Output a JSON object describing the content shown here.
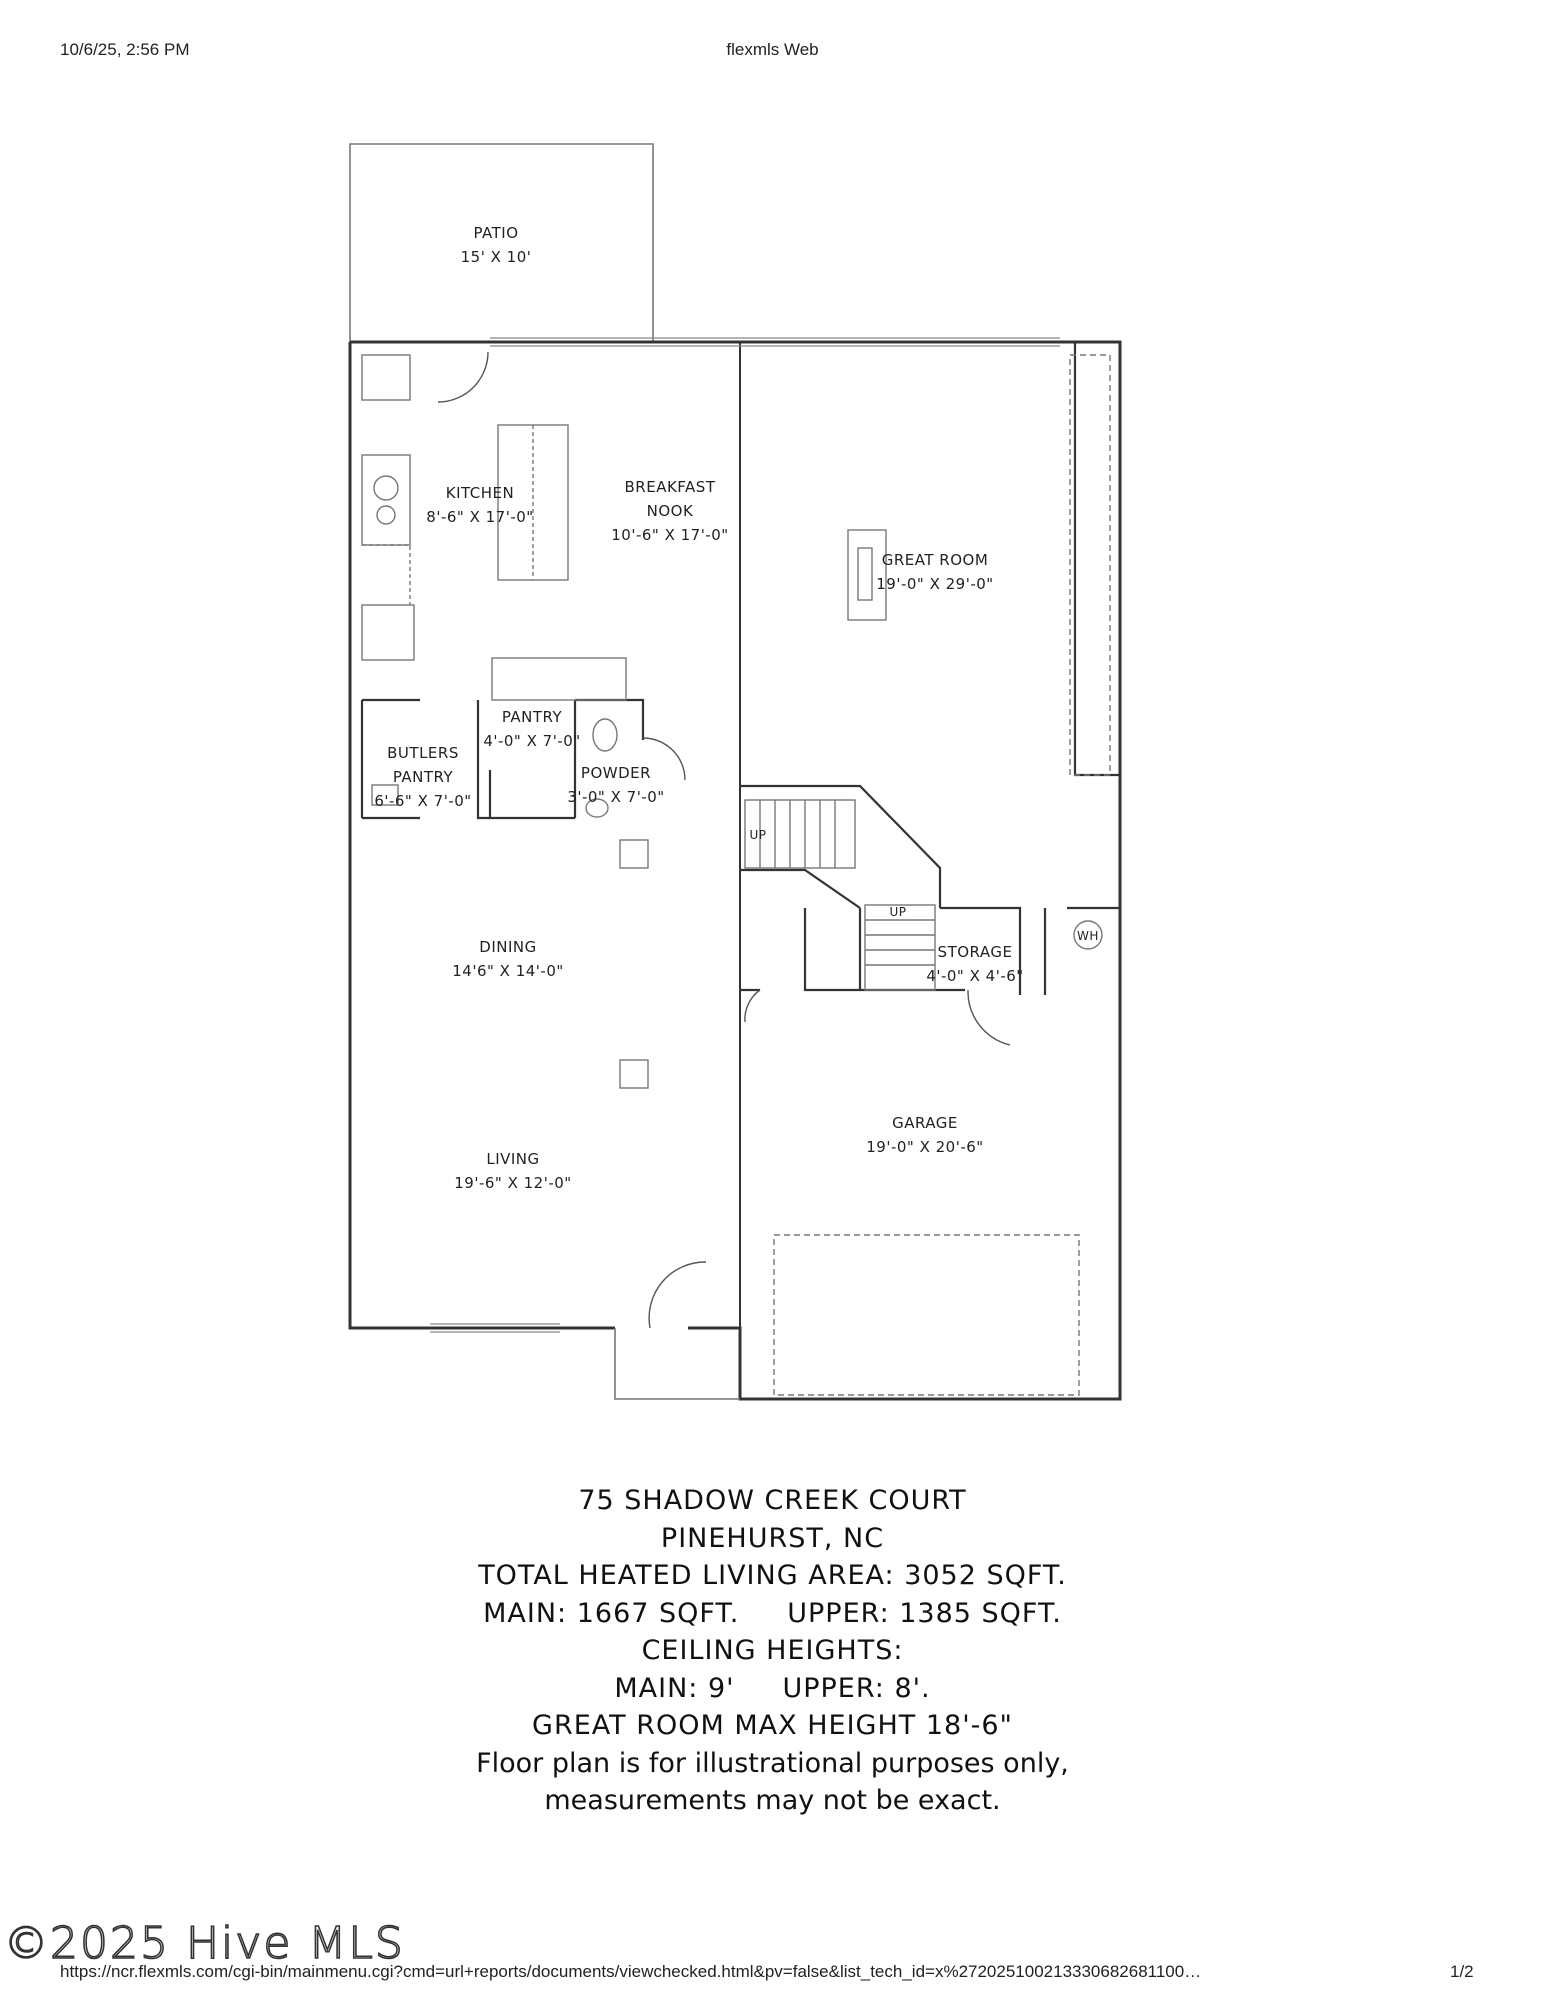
{
  "browser": {
    "timestamp": "10/6/25, 2:56 PM",
    "title": "flexmls Web",
    "url": "https://ncr.flexmls.com/cgi-bin/mainmenu.cgi?cmd=url+reports/documents/viewchecked.html&pv=false&list_tech_id=x%272025100213330682681100…",
    "page": "1/2"
  },
  "floor_plan": {
    "rooms": [
      {
        "name": "PATIO",
        "dims": "15' X 10'"
      },
      {
        "name": "KITCHEN",
        "dims": "8'-6\" X 17'-0\""
      },
      {
        "name": "BREAKFAST",
        "name2": "NOOK",
        "dims": "10'-6\" X 17'-0\""
      },
      {
        "name": "GREAT ROOM",
        "dims": "19'-0\" X 29'-0\""
      },
      {
        "name": "PANTRY",
        "dims": "4'-0\" X 7'-0\""
      },
      {
        "name": "BUTLERS",
        "name2": "PANTRY",
        "dims": "6'-6\" X 7'-0\""
      },
      {
        "name": "POWDER",
        "dims": "3'-0\" X 7'-0\""
      },
      {
        "name": "DINING",
        "dims": "14'6\" X 14'-0\""
      },
      {
        "name": "STORAGE",
        "dims": "4'-0\" X 4'-6\""
      },
      {
        "name": "GARAGE",
        "dims": "19'-0\" X 20'-6\""
      },
      {
        "name": "LIVING",
        "dims": "19'-6\" X 12'-0\""
      }
    ],
    "stair_labels": [
      "UP",
      "UP"
    ],
    "water_heater": "WH"
  },
  "info": [
    "75 SHADOW CREEK COURT",
    "PINEHURST, NC",
    "TOTAL HEATED LIVING AREA: 3052 SQFT.",
    "MAIN: 1667 SQFT.     UPPER: 1385 SQFT.",
    "CEILING HEIGHTS:",
    "MAIN: 9'     UPPER: 8'.",
    "GREAT ROOM MAX HEIGHT 18'-6\"",
    "Floor plan is for illustrational purposes only,",
    "measurements may not be exact."
  ],
  "watermark": "©2025 Hive MLS"
}
